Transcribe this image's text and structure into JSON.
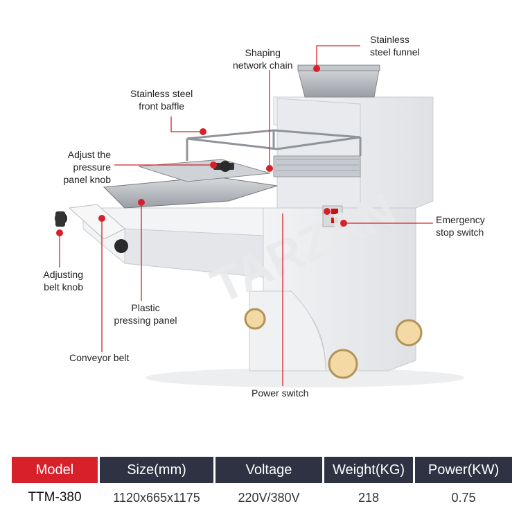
{
  "callouts": {
    "funnel": "Stainless\nsteel funnel",
    "chain": "Shaping\nnetwork chain",
    "baffle": "Stainless steel\nfront baffle",
    "pressure_knob": "Adjust the\npressure\npanel knob",
    "emergency": "Emergency\nstop switch",
    "belt_knob": "Adjusting\nbelt knob",
    "pressing_panel": "Plastic\npressing panel",
    "conveyor": "Conveyor belt",
    "power": "Power switch"
  },
  "watermark": "TARZAN",
  "colors": {
    "accent": "#d8202a",
    "header_dark": "#2e3242",
    "leader": "#d8202a"
  },
  "spec_table": {
    "headers": [
      "Model",
      "Size(mm)",
      "Voltage",
      "Weight(KG)",
      "Power(KW)"
    ],
    "rows": [
      [
        "TTM-380",
        "1120x665x1175",
        "220V/380V",
        "218",
        "0.75"
      ]
    ]
  }
}
